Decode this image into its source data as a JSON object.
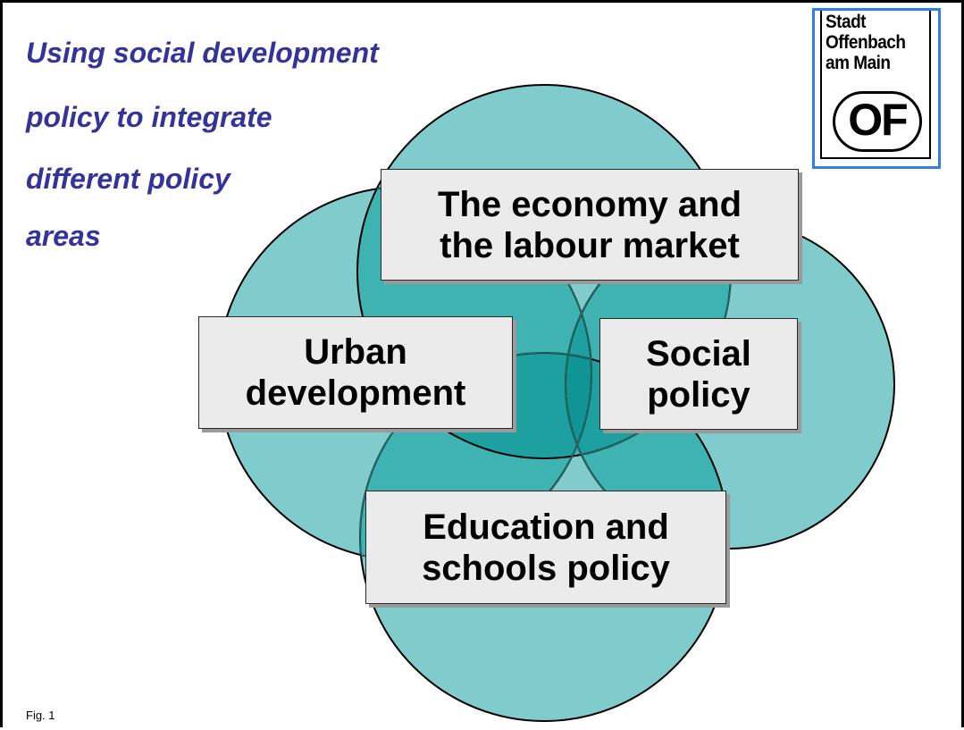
{
  "title": {
    "lines": [
      "Using social development",
      "policy to integrate",
      "different policy",
      "areas"
    ],
    "color": "#333399"
  },
  "logo": {
    "lines": [
      "Stadt",
      "Offenbach",
      "am Main"
    ],
    "badge": "OF",
    "frame_color": "#2f7fe6"
  },
  "diagram": {
    "circle_fill": "#80cccc",
    "overlap_fill_2": "#3fb2b2",
    "overlap_fill_3": "#1ea0a0",
    "overlap_fill_4": "#109494",
    "labels": {
      "economy": [
        "The economy and",
        "the labour market"
      ],
      "urban": [
        "Urban",
        "development"
      ],
      "social": [
        "Social",
        "policy"
      ],
      "education": [
        "Education and",
        "schools policy"
      ]
    }
  },
  "caption": "Fig. 1"
}
